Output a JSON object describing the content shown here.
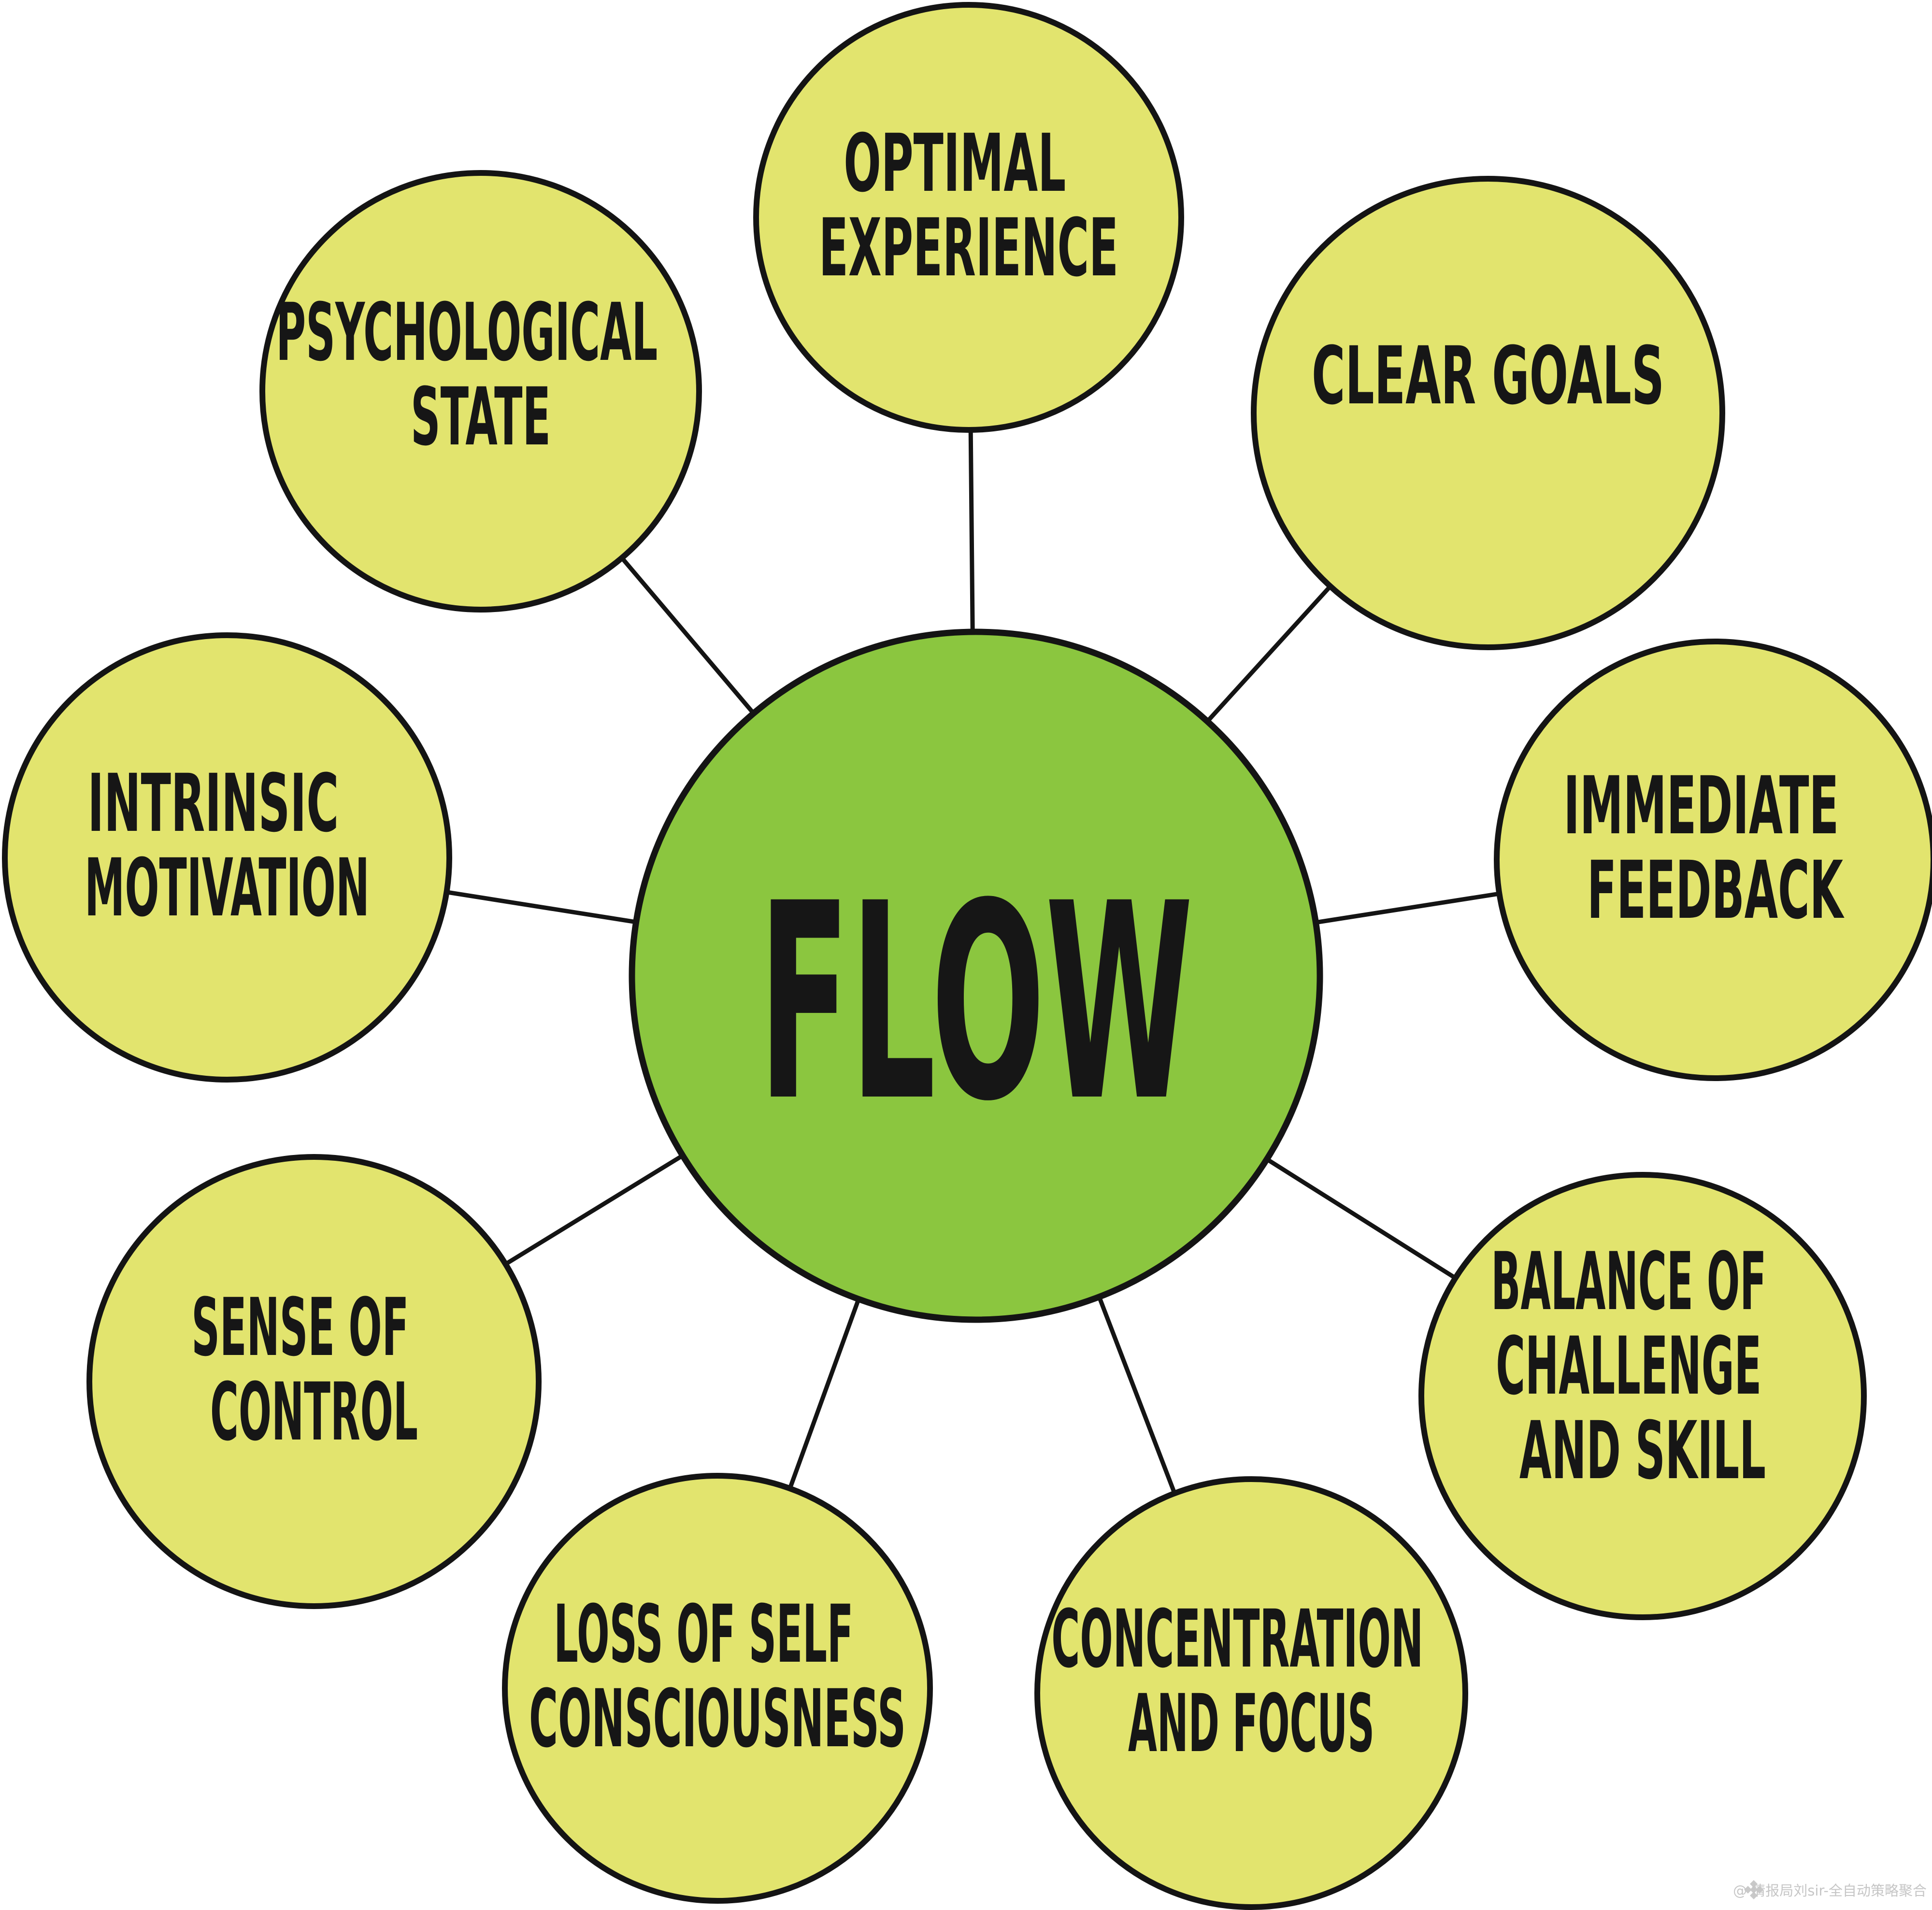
{
  "title": "FLOW",
  "colors": {
    "background": "#ffffff",
    "center_fill": "#8bc63f",
    "node_fill": "#e2e46e",
    "outline": "#141414",
    "text": "#161616",
    "watermark": "#c6c6c6"
  },
  "center": {
    "label": "FLOW"
  },
  "nodes": [
    {
      "id": "optimal-experience",
      "lines": [
        "OPTIMAL",
        "EXPERIENCE"
      ]
    },
    {
      "id": "clear-goals",
      "lines": [
        "CLEAR GOALS"
      ]
    },
    {
      "id": "immediate-feedback",
      "lines": [
        "IMMEDIATE",
        "FEEDBACK"
      ]
    },
    {
      "id": "balance-of-challenge-and-skill",
      "lines": [
        "BALANCE OF",
        "CHALLENGE",
        "AND SKILL"
      ]
    },
    {
      "id": "concentration-and-focus",
      "lines": [
        "CONCENTRATION",
        "AND FOCUS"
      ]
    },
    {
      "id": "loss-of-self-consciousness",
      "lines": [
        "LOSS OF SELF",
        "CONSCIOUSNESS"
      ]
    },
    {
      "id": "sense-of-control",
      "lines": [
        "SENSE OF",
        "CONTROL"
      ]
    },
    {
      "id": "intrinsic-motivation",
      "lines": [
        "INTRINSIC",
        "MOTIVATION"
      ]
    },
    {
      "id": "psychological-state",
      "lines": [
        "PSYCHOLOGICAL",
        "STATE"
      ]
    }
  ],
  "watermark": {
    "icon": "diamond-cluster-logo-icon",
    "text": "@ 情报局刘sir-全自动策略聚合"
  }
}
